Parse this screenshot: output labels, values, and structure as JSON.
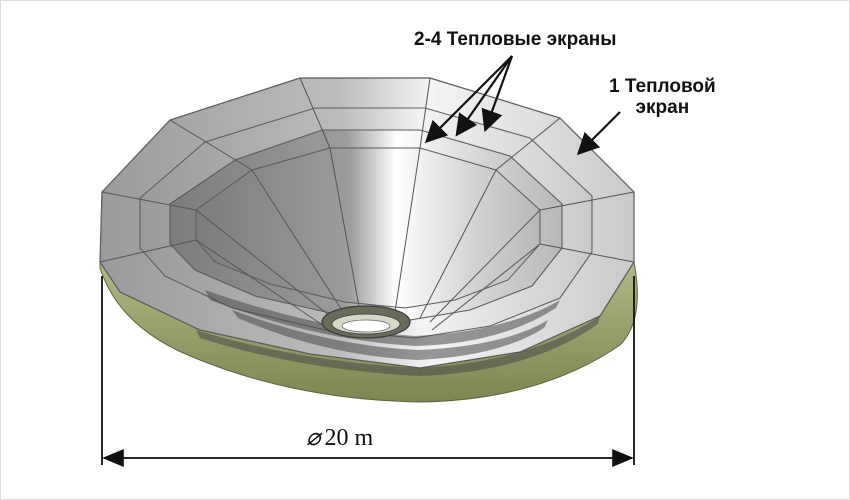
{
  "labels": {
    "multi_screens": "2-4 Тепловые экраны",
    "single_screen_line1": "1 Тепловой",
    "single_screen_line2": "экран",
    "diameter_symbol": "⌀",
    "diameter_value": "20 m"
  },
  "colors": {
    "background": "#ffffff",
    "shell_base": "#c8c8c8",
    "shell_dark": "#8c8c8c",
    "shell_light": "#ececec",
    "rim_olive": "#9aa16a",
    "edge": "#5a5a5a",
    "text": "#111111"
  }
}
